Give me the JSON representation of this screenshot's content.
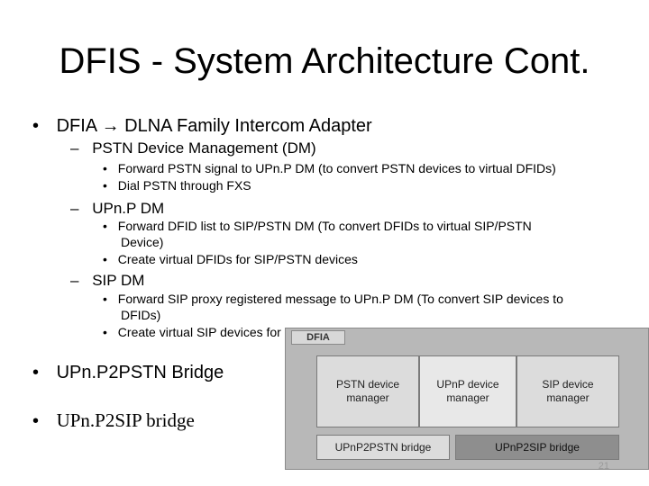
{
  "slide": {
    "title": "DFIS - System Architecture Cont.",
    "bullets": {
      "dfia": {
        "prefix": "DFIA",
        "arrow": "→",
        "suffix": "DLNA Family Intercom Adapter",
        "pstn_dm": {
          "label": "PSTN Device Management (DM)",
          "items": [
            "Forward PSTN signal to UPn.P DM (to convert PSTN devices  to virtual DFIDs)",
            "Dial PSTN through FXS"
          ]
        },
        "upnp_dm": {
          "label": "UPn.P DM",
          "items": [
            "Forward DFID list to SIP/PSTN DM (To convert DFIDs to virtual SIP/PSTN",
            "Device)",
            "Create virtual DFIDs for SIP/PSTN devices"
          ]
        },
        "sip_dm": {
          "label": "SIP DM",
          "items": [
            "Forward SIP proxy registered message to UPn.P DM (To convert SIP devices to",
            "DFIDs)",
            "Create virtual SIP devices for DFID"
          ]
        }
      },
      "upnp2pstn": "UPn.P2PSTN Bridge",
      "upnp2sip": "UPn.P2SIP bridge"
    },
    "page_number": "21"
  },
  "diagram": {
    "tab": "DFIA",
    "pstn_manager": [
      "PSTN device",
      "manager"
    ],
    "upnp_manager": [
      "UPnP device",
      "manager"
    ],
    "sip_manager": [
      "SIP device",
      "manager"
    ],
    "pstn_bridge": "UPnP2PSTN bridge",
    "sip_bridge": "UPnP2SIP bridge"
  }
}
